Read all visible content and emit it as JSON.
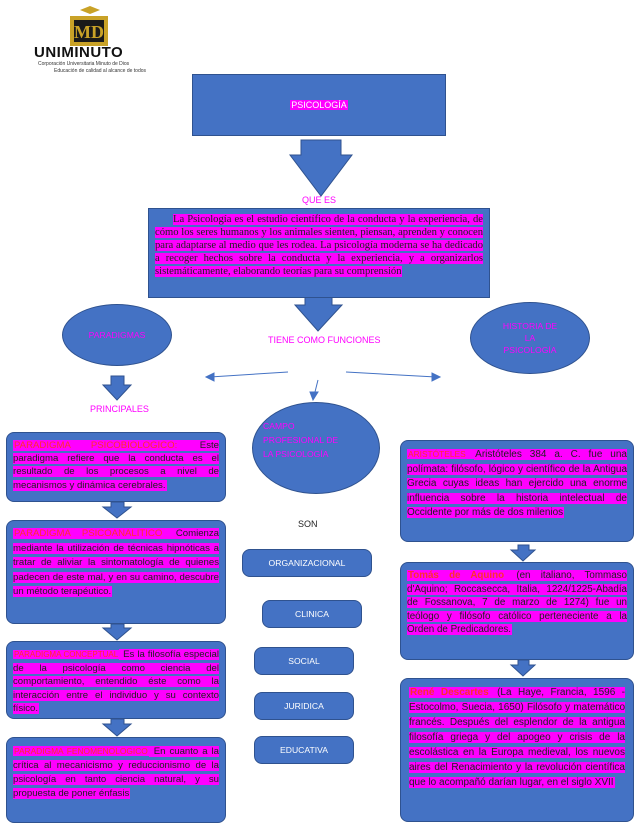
{
  "logo": {
    "brand": "UNIMINUTO",
    "mark": "MD",
    "sub1": "Corporación Universitaria Minuto de Dios",
    "sub2": "Educación de calidad al alcance de todos"
  },
  "title": "PSICOLOGÍA",
  "que_es": "QUE ES",
  "definition": "La Psicología es el estudio científico de la conducta y la experiencia, de cómo los seres humanos y los animales sienten, piensan, aprenden y conocen para adaptarse al medio que les rodea. La psicología moderna se ha dedicado a recoger hechos sobre la conducta y la experiencia, y a organizarlos sistemáticamente, elaborando teorías para su comprensión",
  "paradigmas": "PARADIGMAS",
  "tiene_funciones": "TIENE COMO FUNCIONES",
  "historia": {
    "l1": "HISTORIA DE",
    "l2": "LA",
    "l3": "PSICOLOGÍA"
  },
  "principales": "PRINCIPALES",
  "campo": {
    "l1": "CAMPO",
    "l2": "PROFESIONAL DE",
    "l3": "LA PSICOLOGÍA"
  },
  "son": "SON",
  "fields": [
    "ORGANIZACIONAL",
    "CLINICA",
    "SOCIAL",
    "JURIDICA",
    "EDUCATIVA"
  ],
  "paradigm_boxes": [
    {
      "heading": "PARADIGMA PSICOBIOLOGICO:",
      "body": " Este paradigma refiere que la conducta es el resultado de los procesos a nivel de mecanismos y dinámica cerebrales."
    },
    {
      "heading": "PARADIGMA PSICOANALITICO",
      "body": " Comienza mediante la utilización de técnicas hipnóticas a tratar de aliviar la sintomatología de quienes padecen de este mal, y en su camino, descubre un método terapéutico."
    },
    {
      "heading": "PARADIGMA CONCEPTUAL",
      "body": " Es la filosofía especial de la psicología como ciencia del comportamiento, entendido éste como la interacción entre el individuo y su contexto físico."
    },
    {
      "heading": "PARADIGMA FENOMENOLOGICO",
      "body": " En cuanto a la crítica al mecanicismo y reduccionismo de la psicología en tanto ciencia natural, y su propuesta de poner énfasis"
    }
  ],
  "history_boxes": [
    {
      "heading": "ARISTÓTELES ",
      "body": "Aristóteles 384 a. C. fue una polímata: filósofo, lógico y científico de la Antigua Grecia cuyas ideas han ejercido una enorme influencia sobre la historia intelectual de Occidente por más de dos milenios"
    },
    {
      "heading": "Tomás de Aquino",
      "body": " (en italiano, Tommaso d'Aquino; Roccasecca, Italia, 1224/1225-Abadía de Fossanova, 7 de marzo de 1274) fue un teólogo y filósofo católico perteneciente a la Orden de Predicadores."
    },
    {
      "heading": "René Descartes",
      "body": " (La Haye, Francia, 1596 - Estocolmo, Suecia, 1650) Filósofo y matemático francés. Después del esplendor de la antigua filosofía griega y del apogeo y crisis de la escolástica en la Europa medieval, los nuevos aires del Renacimiento y la revolución científica que lo acompañó darían lugar, en el siglo XVII"
    }
  ],
  "colors": {
    "blue": "#4472c4",
    "magenta": "#ff00ff",
    "heading_red": "#ff2f2f"
  }
}
